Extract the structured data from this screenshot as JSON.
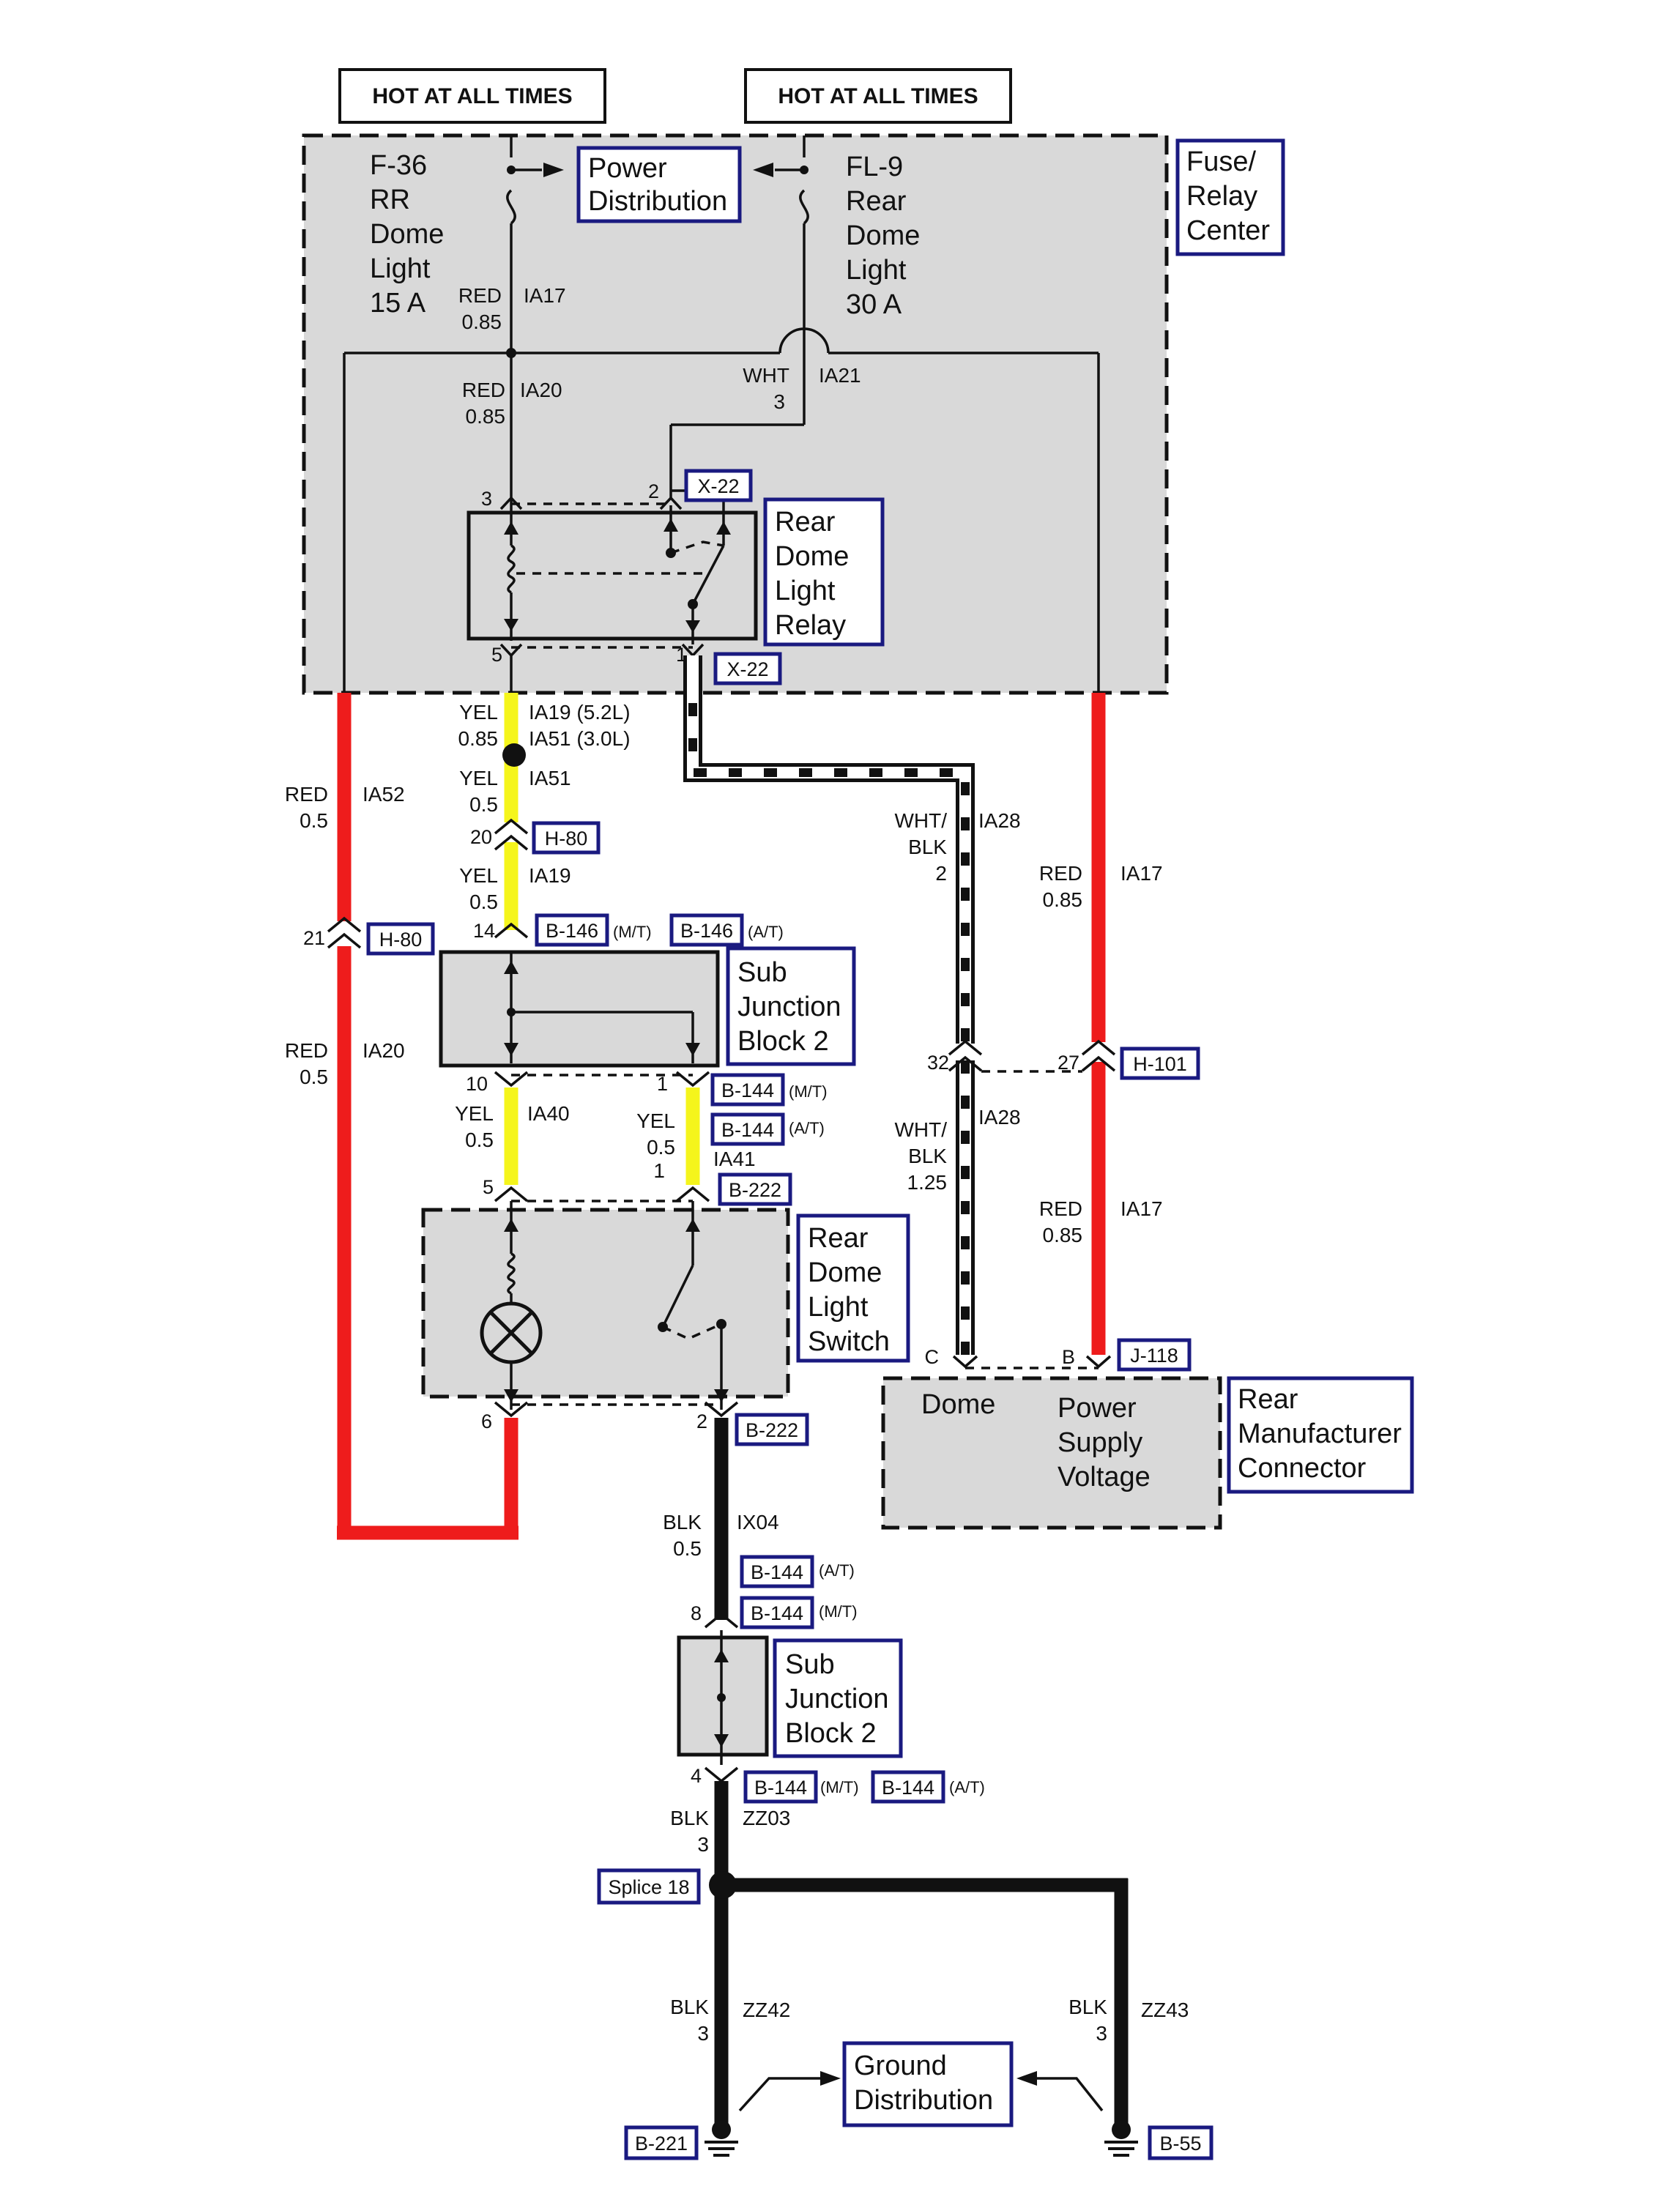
{
  "header": {
    "hot_left": "HOT AT ALL TIMES",
    "hot_right": "HOT AT ALL TIMES"
  },
  "fuse_relay_center": {
    "label": [
      "Fuse/",
      "Relay",
      "Center"
    ],
    "power_distribution": [
      "Power",
      "Distribution"
    ],
    "fuse_left": [
      "F-36",
      "RR",
      "Dome",
      "Light",
      "15 A"
    ],
    "fuse_right": [
      "FL-9",
      "Rear",
      "Dome",
      "Light",
      "30 A"
    ],
    "relay_label": [
      "Rear",
      "Dome",
      "Light",
      "Relay"
    ],
    "relay_connector_top": "X-22",
    "relay_connector_bottom": "X-22",
    "pins": {
      "p3": "3",
      "p2": "2",
      "p5": "5",
      "p1": "1"
    }
  },
  "wires": {
    "ia17_top": {
      "color": "RED",
      "size": "0.85",
      "id": "IA17"
    },
    "ia20_top": {
      "color": "RED",
      "size": "0.85",
      "id": "IA20"
    },
    "ia21": {
      "color": "WHT",
      "size": "3",
      "id": "IA21"
    },
    "ia19_51": {
      "color": "YEL",
      "size": "0.85",
      "id1": "IA19 (5.2L)",
      "id2": "IA51 (3.0L)"
    },
    "ia51": {
      "color": "YEL",
      "size": "0.5",
      "id": "IA51"
    },
    "ia19": {
      "color": "YEL",
      "size": "0.5",
      "id": "IA19"
    },
    "ia52": {
      "color": "RED",
      "size": "0.5",
      "id": "IA52"
    },
    "ia20_left": {
      "color": "RED",
      "size": "0.5",
      "id": "IA20"
    },
    "ia28_top": {
      "color": "WHT/",
      "color2": "BLK",
      "size": "2",
      "id": "IA28"
    },
    "ia28_bottom": {
      "color": "WHT/",
      "color2": "BLK",
      "size": "1.25",
      "id": "IA28"
    },
    "ia17_right_top": {
      "color": "RED",
      "size": "0.85",
      "id": "IA17"
    },
    "ia17_right_bottom": {
      "color": "RED",
      "size": "0.85",
      "id": "IA17"
    },
    "ia40": {
      "color": "YEL",
      "size": "0.5",
      "id": "IA40"
    },
    "ia41": {
      "color": "YEL",
      "size": "0.5",
      "size2": "1",
      "id": "IA41"
    },
    "ix04": {
      "color": "BLK",
      "size": "0.5",
      "id": "IX04"
    },
    "zz03": {
      "color": "BLK",
      "size": "3",
      "id": "ZZ03"
    },
    "zz42": {
      "color": "BLK",
      "size": "3",
      "id": "ZZ42"
    },
    "zz43": {
      "color": "BLK",
      "size": "3",
      "id": "ZZ43"
    }
  },
  "connectors": {
    "h80_top": "H-80",
    "pin20": "20",
    "h80_left": "H-80",
    "pin21": "21",
    "b146_mt": "B-146",
    "b146_at": "B-146",
    "pin14": "14",
    "note_mt": "(M/T)",
    "note_at": "(A/T)",
    "b144_1": "B-144",
    "b144_2": "B-144",
    "pin10": "10",
    "pin1": "1",
    "b222_top": "B-222",
    "pin5": "5",
    "b222_bottom": "B-222",
    "pin6": "6",
    "pin2": "2",
    "h101": "H-101",
    "pin32": "32",
    "pin27": "27",
    "j118": "J-118",
    "pinC": "C",
    "pinB": "B",
    "b144_3": "B-144",
    "b144_4": "B-144",
    "pin8": "8",
    "b144_5": "B-144",
    "b144_6": "B-144",
    "pin4": "4",
    "splice": "Splice 18",
    "b221": "B-221",
    "b55": "B-55"
  },
  "components": {
    "sjb_top": [
      "Sub",
      "Junction",
      "Block 2"
    ],
    "switch": [
      "Rear",
      "Dome",
      "Light",
      "Switch"
    ],
    "rear_mfr": [
      "Rear",
      "Manufacturer",
      "Connector"
    ],
    "dome": "Dome",
    "psv": [
      "Power",
      "Supply",
      "Voltage"
    ],
    "sjb_bottom": [
      "Sub",
      "Junction",
      "Block 2"
    ],
    "ground_distribution": [
      "Ground",
      "Distribution"
    ]
  },
  "colors": {
    "red": "#ee1c1c",
    "yellow": "#f5f51c",
    "black": "#111111",
    "component_fill": "#d9d9d9",
    "connector_border": "#1a1a80"
  }
}
